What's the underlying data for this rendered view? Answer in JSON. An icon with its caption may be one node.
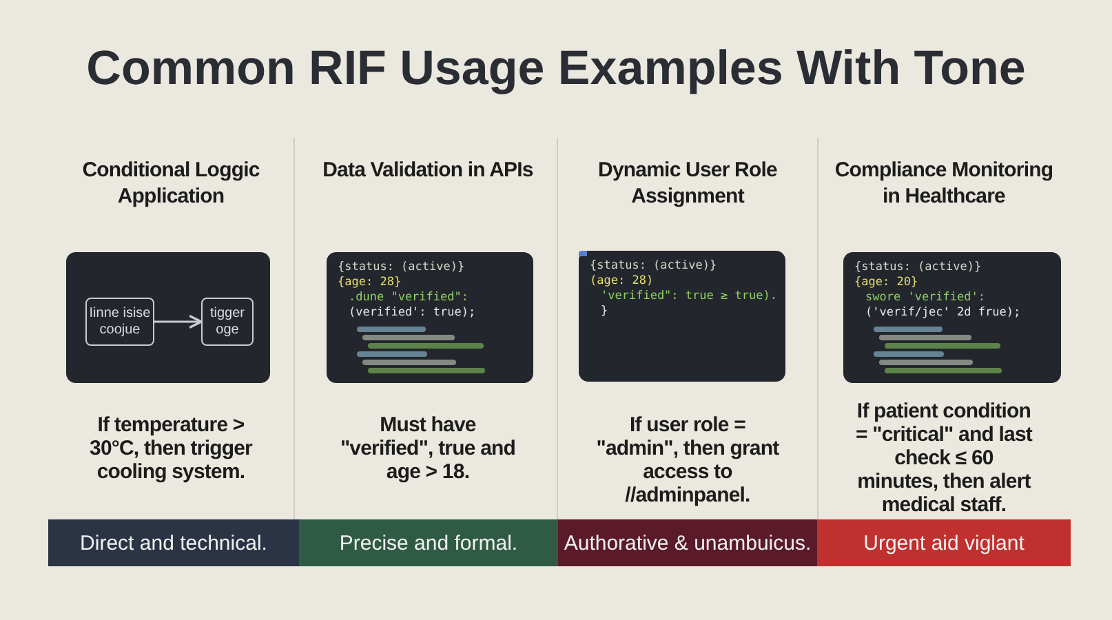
{
  "diagram": {
    "title": "Common RIF Usage Examples With Tone",
    "nodes": [
      {
        "text": [],
        "shape": "box"
      },
      {
        "text": [
          "Iinne isise coojue"
        ],
        "in": 0
      },
      {
        "text": [
          "tigger oge"
        ],
        "in": 0
      },
      {
        "text": [
          "{status: (active)}",
          "{age: 28}",
          ".dune \"verified\":",
          "(verified': true);"
        ]
      },
      {
        "text": [
          "{status: (active)}",
          "(age: 28)",
          "'verified\": true ≥ true).",
          "}"
        ]
      },
      {
        "text": [
          "{status: (active)}",
          "{age: 20}",
          "swore 'verified':",
          "('verif/jec' 2d frue);"
        ]
      },
      {
        "text": [
          "Direct and technical."
        ]
      },
      {
        "text": [
          "Precise and formal."
        ]
      },
      {
        "text": [
          "Authorative & unambuicus."
        ]
      },
      {
        "text": [
          "Urgent aid viglant"
        ]
      }
    ],
    "edges": [
      {
        "from": 1,
        "to": 2,
        "arrow": "to"
      }
    ],
    "labels": [
      "Conditional Loggic Application",
      "Data Validation in APIs",
      "Dynamic User Role Assignment",
      "Compliance Monitoring in Healthcare",
      "If temperature > 30°C, then trigger cooling system.",
      "Must have \"verified\", true and age > 18.",
      "If user role = \"admin\", then grant access to //adminpanel.",
      "If patient condition = \"critical\" and last check ≤ 60 minutes, then alert medical staff."
    ]
  }
}
